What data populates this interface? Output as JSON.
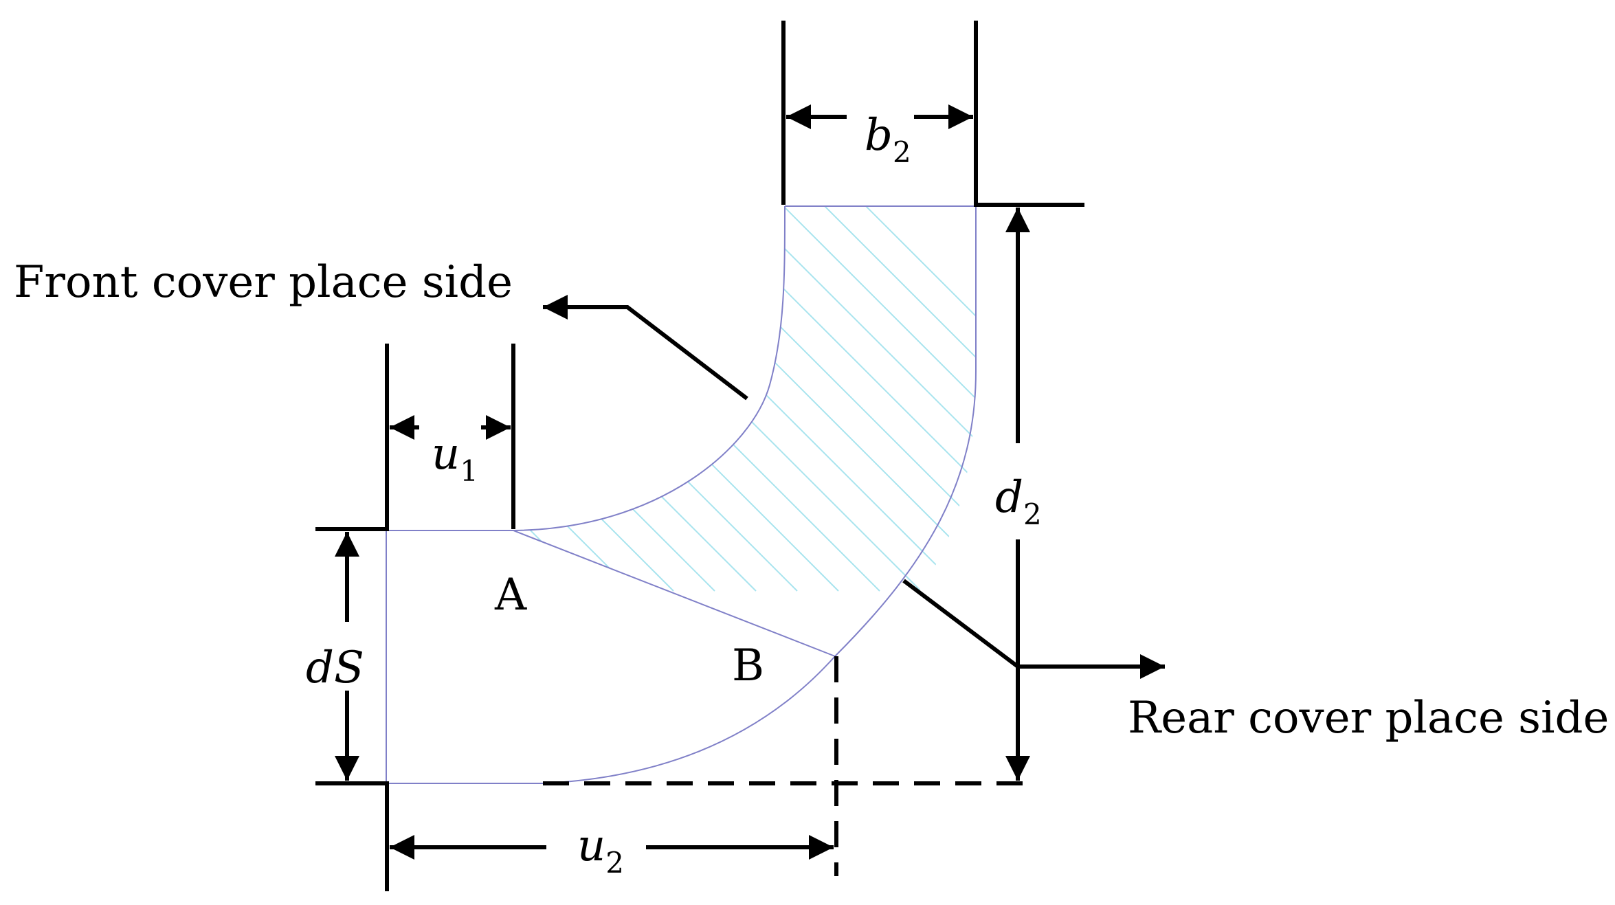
{
  "labels": {
    "front_side": "Front cover place side",
    "rear_side": "Rear cover place side",
    "point_a": "A",
    "point_b": "B"
  },
  "dimensions": {
    "b2": {
      "main": "b",
      "sub": "2"
    },
    "u1": {
      "main": "u",
      "sub": "1"
    },
    "u2": {
      "main": "u",
      "sub": "2"
    },
    "d2": {
      "main": "d",
      "sub": "2"
    },
    "ds": {
      "main": "dS"
    }
  },
  "colors": {
    "line": "#000000",
    "outline": "#8080c8",
    "hatch": "#a8e4ee"
  }
}
